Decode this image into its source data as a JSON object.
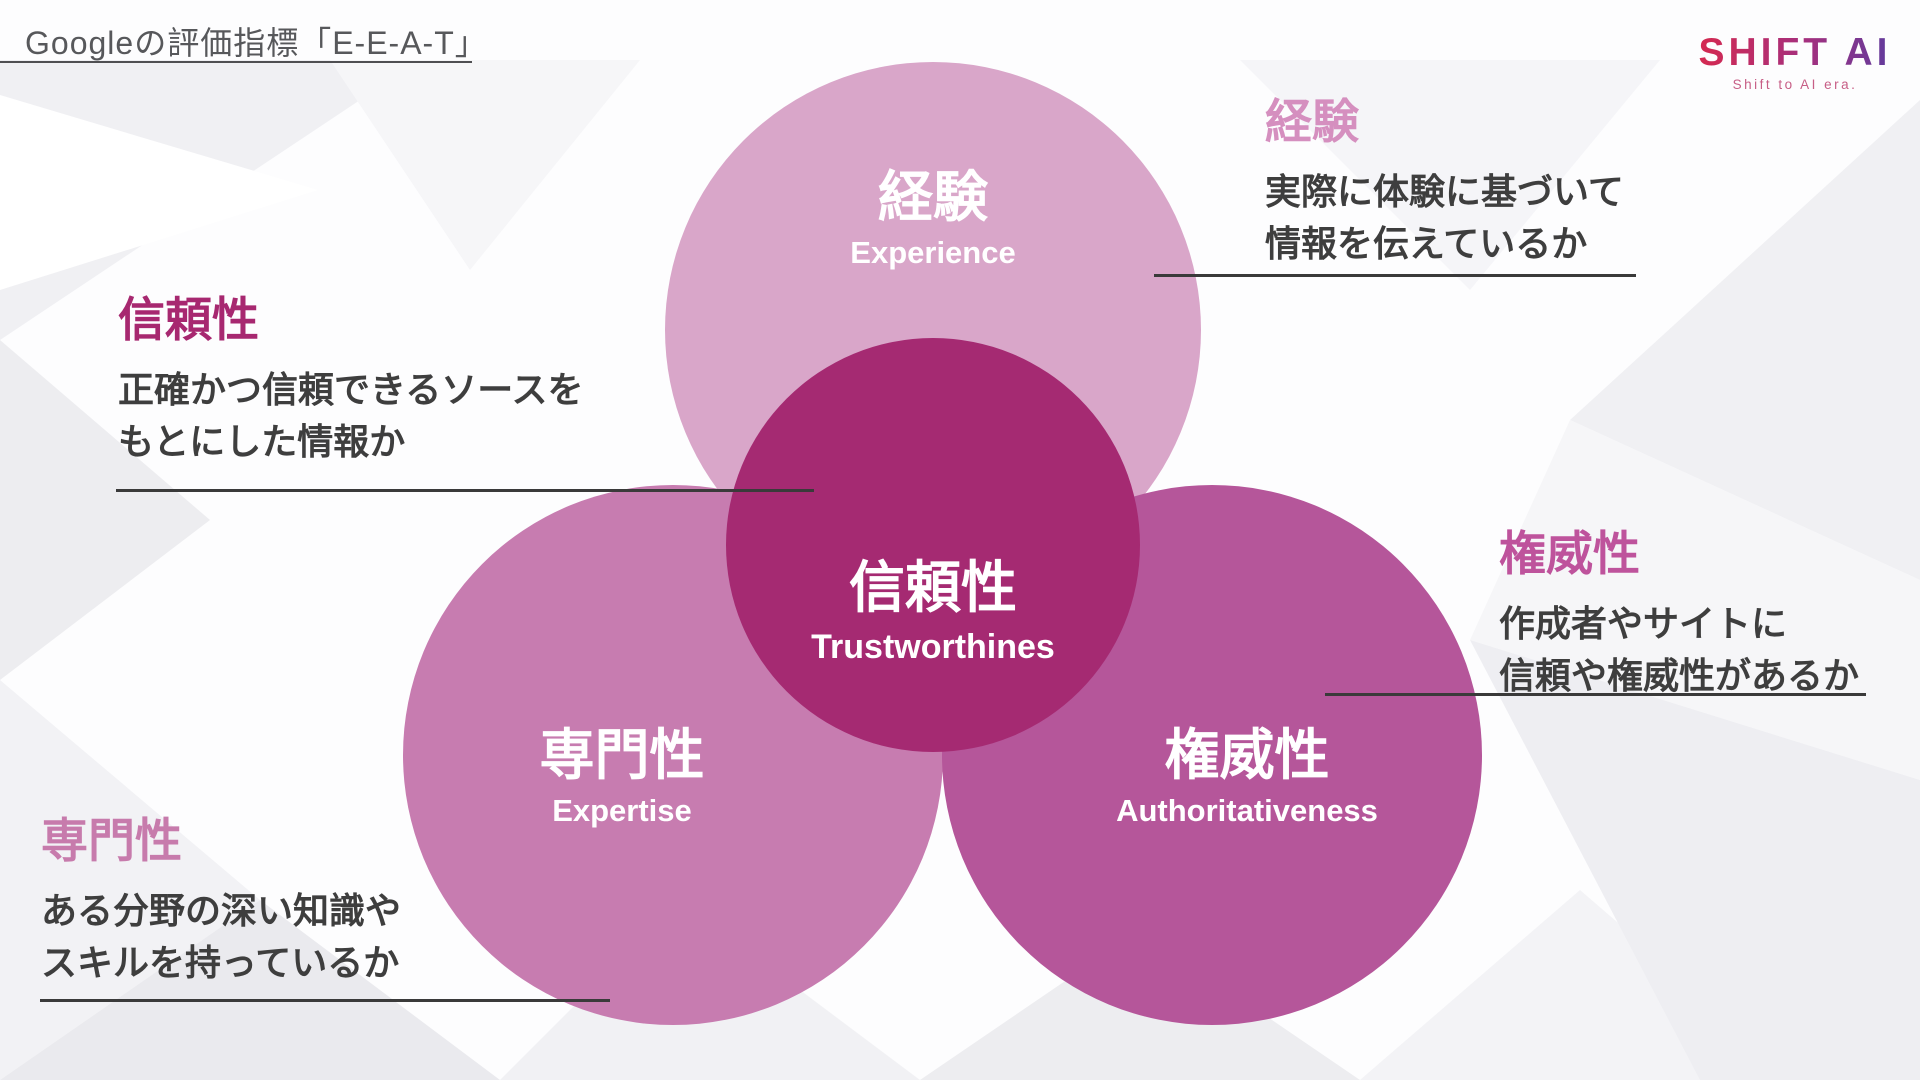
{
  "header": {
    "title": "Googleの評価指標「E-E-A-T」",
    "logo": {
      "wordmark": "SHIFT AI",
      "tagline": "Shift to AI era."
    }
  },
  "diagram": {
    "circles": [
      {
        "id": "experience",
        "jp": "経験",
        "en": "Experience",
        "color": "#d9a6c9"
      },
      {
        "id": "expertise",
        "jp": "専門性",
        "en": "Expertise",
        "color": "#c77cb0"
      },
      {
        "id": "authoritativeness",
        "jp": "権威性",
        "en": "Authoritativeness",
        "color": "#b5569a"
      },
      {
        "id": "trustworthiness",
        "jp": "信頼性",
        "en": "Trustworthines",
        "color": "#a52a72"
      }
    ]
  },
  "annotations": [
    {
      "id": "experience",
      "heading": "経験",
      "heading_color": "#d58fbf",
      "lines": [
        "実際に体験に基づいて",
        "情報を伝えているか"
      ]
    },
    {
      "id": "trustworthiness",
      "heading": "信頼性",
      "heading_color": "#a72870",
      "lines": [
        "正確かつ信頼できるソースを",
        "もとにした情報か"
      ]
    },
    {
      "id": "authoritativeness",
      "heading": "権威性",
      "heading_color": "#be539c",
      "lines": [
        "作成者やサイトに",
        "信頼や権威性があるか"
      ]
    },
    {
      "id": "expertise",
      "heading": "専門性",
      "heading_color": "#c77bac",
      "lines": [
        "ある分野の深い知識や",
        "スキルを持っているか"
      ]
    }
  ],
  "colors": {
    "connector_line": "#3a3a3a",
    "logo_gradient_start": "#d6294f",
    "logo_gradient_end": "#5e3c9e",
    "logo_tagline": "#c75e86",
    "title_text": "#57585b"
  }
}
